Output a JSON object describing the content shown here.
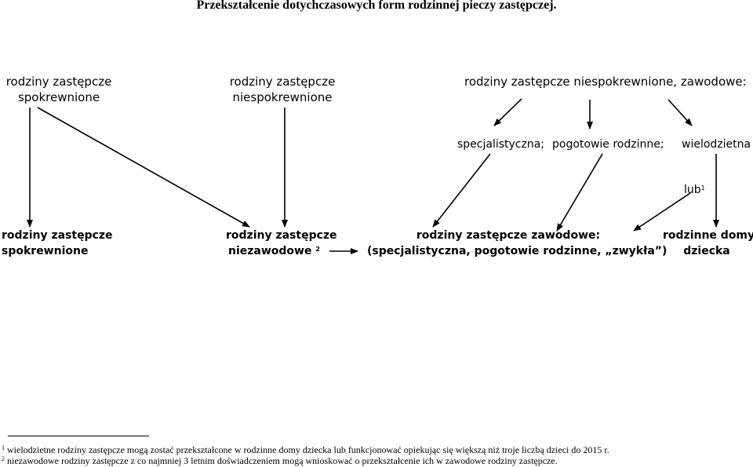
{
  "title": "Przekształcenie dotychczasowych form rodzinnej pieczy zastępczej.",
  "top_row": {
    "spokrewnione": [
      "rodziny zastępcze",
      "spokrewnione"
    ],
    "niespokrewnione": [
      "rodziny zastępcze",
      "niespokrewnione"
    ],
    "zawodowe": "rodziny zastępcze niespokrewnione, zawodowe:"
  },
  "middle_row": {
    "specjalistyczna": "specjalistyczna;",
    "pogotowie": "pogotowie rodzinne;",
    "wielodzietna": "wielodzietna",
    "lub": "lub",
    "lub_ref": "1"
  },
  "bottom_row": {
    "spokrewnione": [
      "rodziny zastępcze",
      "spokrewnione"
    ],
    "niezawodowe": [
      "rodziny zastępcze",
      "niezawodowe"
    ],
    "niezawodowe_ref": "2",
    "zawodowe": [
      "rodziny zastępcze  zawodowe:",
      "(specjalistyczna, pogotowie rodzinne, „zwykła”)"
    ],
    "domy": [
      "rodzinne domy",
      "dziecka"
    ]
  },
  "footnotes": [
    {
      "num": "1",
      "text": "wielodzietne rodziny zastępcze mogą zostać przekształcone w  rodzinne domy dziecka lub funkcjonować opiekując się większą niż troje liczbą dzieci do 2015 r."
    },
    {
      "num": "2",
      "text": "niezawodowe rodziny zastępcze z co najmniej 3 letnim doświadczeniem mogą wnioskować o przekształcenie ich w zawodowe rodziny zastępcze."
    }
  ]
}
